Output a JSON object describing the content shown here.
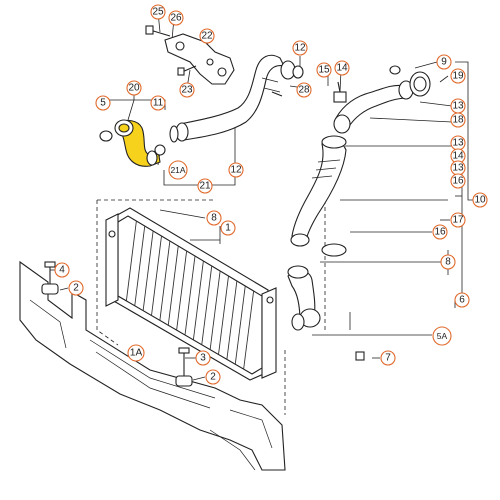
{
  "callouts": [
    {
      "id": "c25",
      "label": "25"
    },
    {
      "id": "c26",
      "label": "26"
    },
    {
      "id": "c22",
      "label": "22"
    },
    {
      "id": "c23",
      "label": "23"
    },
    {
      "id": "c12a",
      "label": "12"
    },
    {
      "id": "c28",
      "label": "28"
    },
    {
      "id": "c15",
      "label": "15"
    },
    {
      "id": "c14a",
      "label": "14"
    },
    {
      "id": "c9",
      "label": "9"
    },
    {
      "id": "c19",
      "label": "19"
    },
    {
      "id": "c13a",
      "label": "13"
    },
    {
      "id": "c18",
      "label": "18"
    },
    {
      "id": "c20",
      "label": "20"
    },
    {
      "id": "c5",
      "label": "5"
    },
    {
      "id": "c11",
      "label": "11"
    },
    {
      "id": "c13b",
      "label": "13"
    },
    {
      "id": "c14b",
      "label": "14"
    },
    {
      "id": "c13c",
      "label": "13"
    },
    {
      "id": "c16a",
      "label": "16"
    },
    {
      "id": "c10",
      "label": "10"
    },
    {
      "id": "c21a",
      "label": "21A"
    },
    {
      "id": "c12b",
      "label": "12"
    },
    {
      "id": "c21",
      "label": "21"
    },
    {
      "id": "c8a",
      "label": "8"
    },
    {
      "id": "c1",
      "label": "1"
    },
    {
      "id": "c17",
      "label": "17"
    },
    {
      "id": "c16b",
      "label": "16"
    },
    {
      "id": "c4",
      "label": "4"
    },
    {
      "id": "c2a",
      "label": "2"
    },
    {
      "id": "c8b",
      "label": "8"
    },
    {
      "id": "c6",
      "label": "6"
    },
    {
      "id": "c5a",
      "label": "5A"
    },
    {
      "id": "c1a",
      "label": "1A"
    },
    {
      "id": "c3",
      "label": "3"
    },
    {
      "id": "c2b",
      "label": "2"
    },
    {
      "id": "c7",
      "label": "7"
    }
  ],
  "colors": {
    "callout_ring": "#e06a2c",
    "highlight_part": "#f7d21c",
    "line": "#222222"
  }
}
